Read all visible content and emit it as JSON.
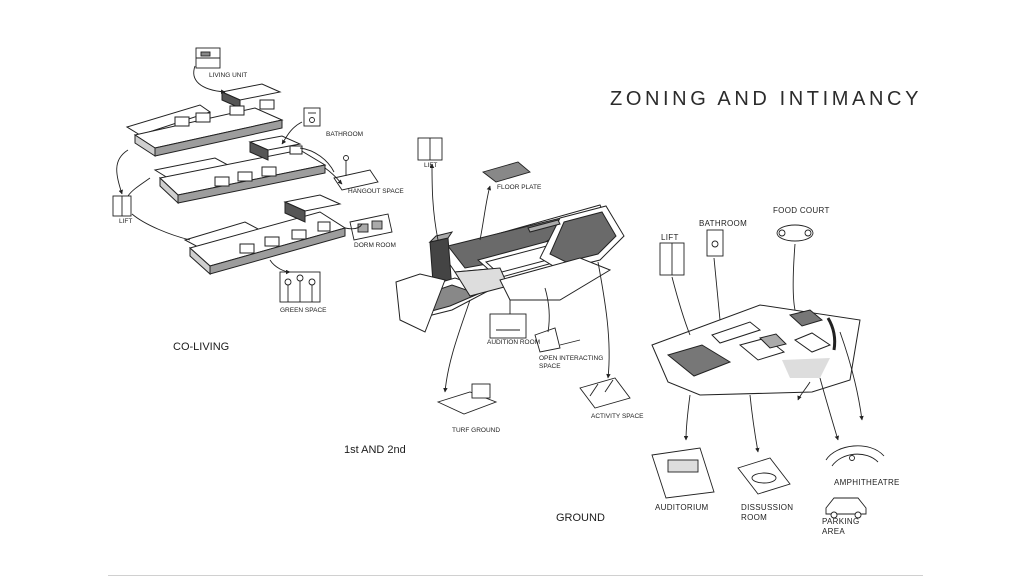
{
  "title": "ZONING AND INTIMANCY",
  "sections": {
    "coliving": "CO-LIVING",
    "first_second": "1st AND 2nd",
    "ground": "GROUND"
  },
  "coliving_labels": {
    "living_unit": "LIVING UNIT",
    "bathroom": "BATHROOM",
    "hangout_space": "HANGOUT SPACE",
    "lift": "LIFT",
    "dorm_room": "DORM ROOM",
    "green_space": "GREEN SPACE"
  },
  "floor_labels": {
    "lift": "LIFT",
    "floor_plate": "FLOOR PLATE",
    "audition_room": "AUDITION ROOM",
    "open_interacting_space_1": "OPEN INTERACTING",
    "open_interacting_space_2": "SPACE",
    "activity_space": "ACTIVITY SPACE",
    "turf_ground": "TURF GROUND"
  },
  "ground_labels": {
    "lift": "LIFT",
    "bathroom": "BATHROOM",
    "food_court": "FOOD COURT",
    "amphitheatre": "AMPHITHEATRE",
    "auditorium": "AUDITORIUM",
    "dissussion_room_1": "DISSUSSION",
    "dissussion_room_2": "ROOM",
    "parking_area_1": "PARKING",
    "parking_area_2": "AREA"
  }
}
